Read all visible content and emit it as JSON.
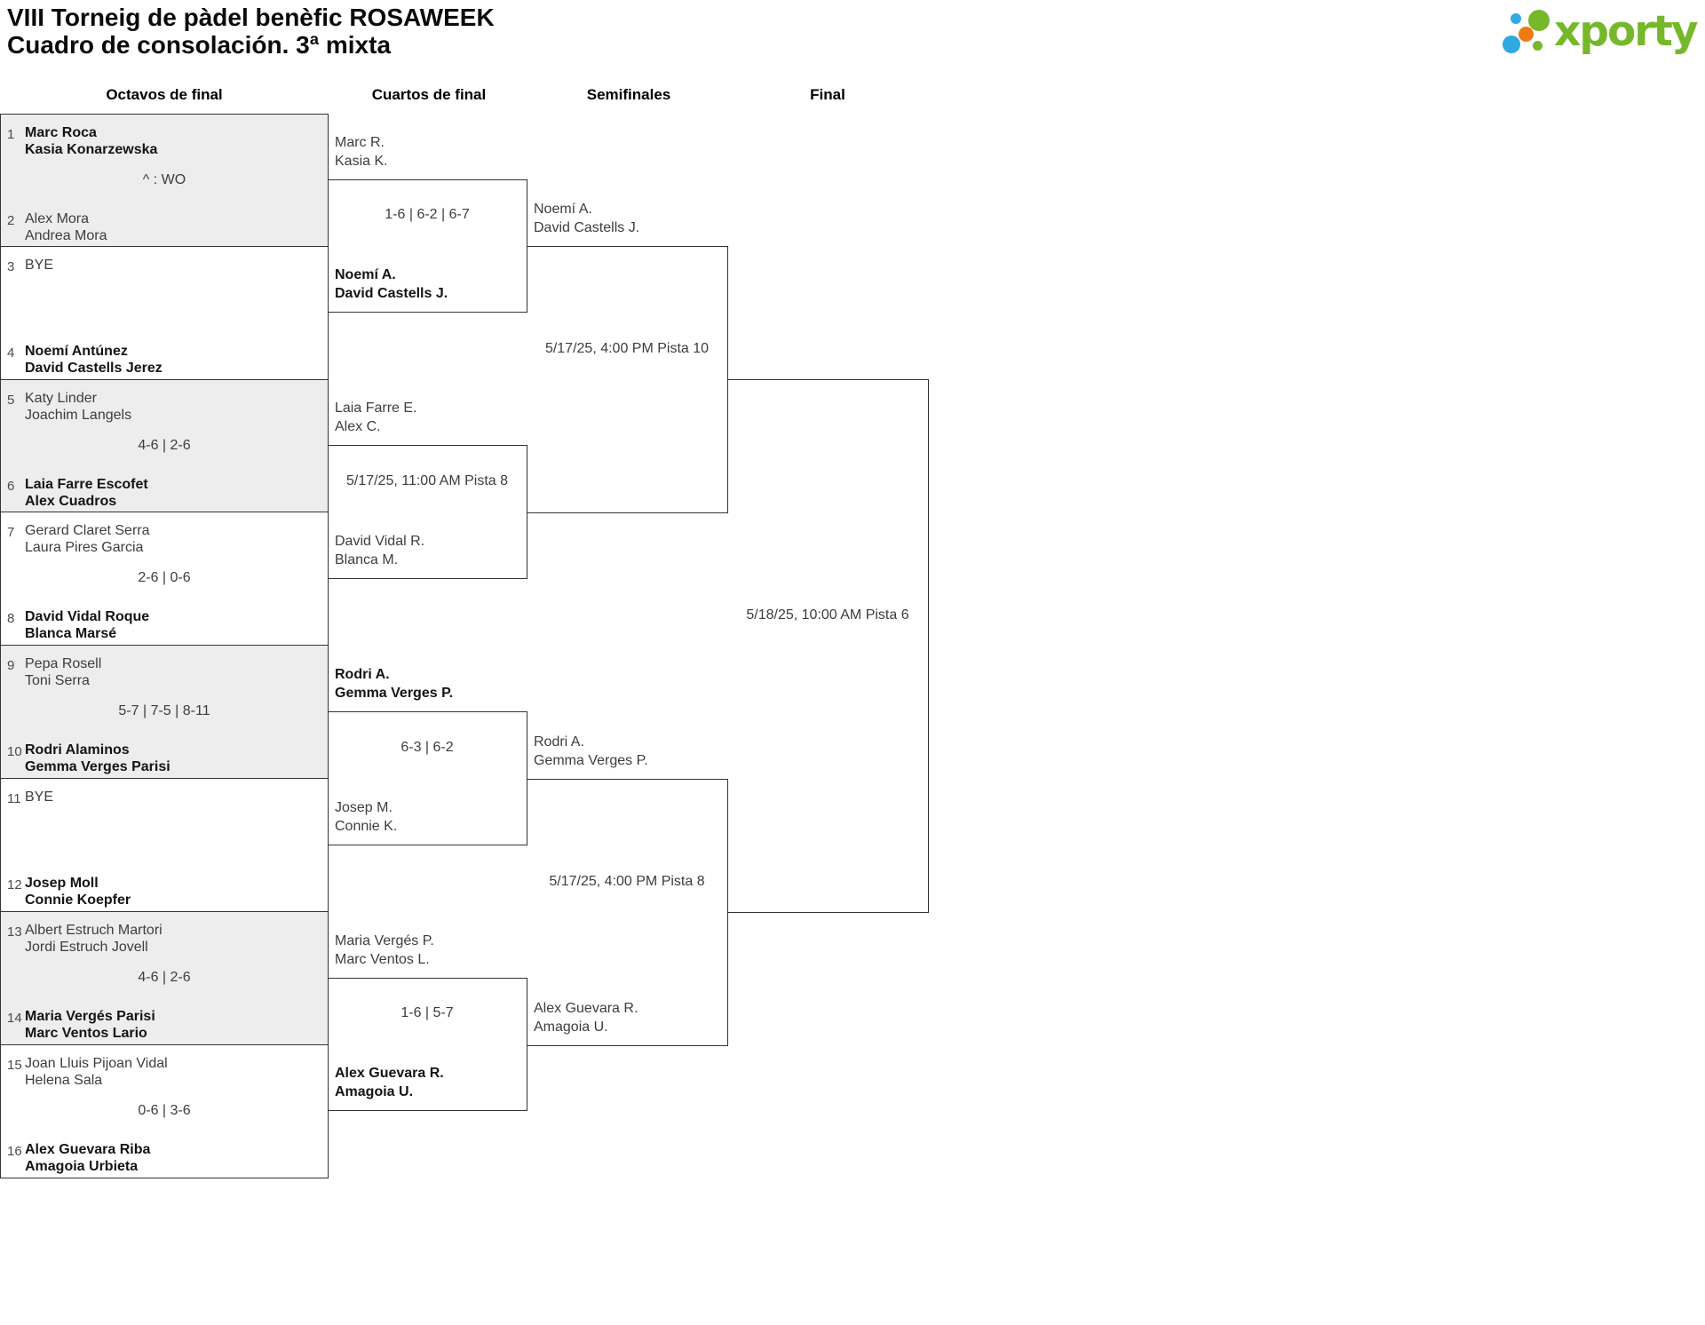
{
  "title": {
    "line1": "VIII Torneig de pàdel benèfic ROSAWEEK",
    "line2": "Cuadro de consolación. 3ª mixta"
  },
  "logo": {
    "text": "xporty",
    "green": "#76b82a",
    "blue": "#2fa9e0",
    "orange": "#ee7a10"
  },
  "round_headers": {
    "r16": "Octavos de final",
    "qf": "Cuartos de final",
    "sf": "Semifinales",
    "final": "Final"
  },
  "r16": [
    {
      "seed_top": "1",
      "top": {
        "l1": "Marc Roca",
        "l2": "Kasia Konarzewska",
        "bold": true
      },
      "score": "^ : WO",
      "seed_bottom": "2",
      "bottom": {
        "l1": "Alex Mora",
        "l2": "Andrea Mora",
        "bold": false
      }
    },
    {
      "seed_top": "3",
      "top": {
        "l1": "BYE",
        "l2": "",
        "bold": false
      },
      "score": "",
      "seed_bottom": "4",
      "bottom": {
        "l1": "Noemí Antúnez",
        "l2": "David Castells Jerez",
        "bold": true
      }
    },
    {
      "seed_top": "5",
      "top": {
        "l1": "Katy Linder",
        "l2": "Joachim Langels",
        "bold": false
      },
      "score": "4-6 | 2-6",
      "seed_bottom": "6",
      "bottom": {
        "l1": "Laia Farre Escofet",
        "l2": "Alex Cuadros",
        "bold": true
      }
    },
    {
      "seed_top": "7",
      "top": {
        "l1": "Gerard Claret Serra",
        "l2": "Laura Pires Garcia",
        "bold": false
      },
      "score": "2-6 | 0-6",
      "seed_bottom": "8",
      "bottom": {
        "l1": "David Vidal Roque",
        "l2": "Blanca Marsé",
        "bold": true
      }
    },
    {
      "seed_top": "9",
      "top": {
        "l1": "Pepa Rosell",
        "l2": "Toni Serra",
        "bold": false
      },
      "score": "5-7 | 7-5 | 8-11",
      "seed_bottom": "10",
      "bottom": {
        "l1": "Rodri Alaminos",
        "l2": "Gemma Verges Parisi",
        "bold": true
      }
    },
    {
      "seed_top": "11",
      "top": {
        "l1": "BYE",
        "l2": "",
        "bold": false
      },
      "score": "",
      "seed_bottom": "12",
      "bottom": {
        "l1": "Josep Moll",
        "l2": "Connie Koepfer",
        "bold": true
      }
    },
    {
      "seed_top": "13",
      "top": {
        "l1": "Albert Estruch Martori",
        "l2": "Jordi Estruch Jovell",
        "bold": false
      },
      "score": "4-6 | 2-6",
      "seed_bottom": "14",
      "bottom": {
        "l1": "Maria Vergés Parisi",
        "l2": "Marc Ventos Lario",
        "bold": true
      }
    },
    {
      "seed_top": "15",
      "top": {
        "l1": "Joan Lluis Pijoan Vidal",
        "l2": "Helena Sala",
        "bold": false
      },
      "score": "0-6 | 3-6",
      "seed_bottom": "16",
      "bottom": {
        "l1": "Alex Guevara Riba",
        "l2": "Amagoia Urbieta",
        "bold": true
      }
    }
  ],
  "qf": [
    {
      "top": {
        "l1": "Marc R.",
        "l2": "Kasia K.",
        "bold": false
      },
      "center": "1-6 | 6-2 | 6-7",
      "bottom": {
        "l1": "Noemí A.",
        "l2": "David Castells J.",
        "bold": true
      }
    },
    {
      "top": {
        "l1": "Laia Farre E.",
        "l2": "Alex C.",
        "bold": false
      },
      "center": "5/17/25, 11:00 AM Pista 8",
      "bottom": {
        "l1": "David Vidal R.",
        "l2": "Blanca M.",
        "bold": false
      }
    },
    {
      "top": {
        "l1": "Rodri A.",
        "l2": "Gemma Verges P.",
        "bold": true
      },
      "center": "6-3 | 6-2",
      "bottom": {
        "l1": "Josep M.",
        "l2": "Connie K.",
        "bold": false
      }
    },
    {
      "top": {
        "l1": "Maria Vergés P.",
        "l2": "Marc Ventos L.",
        "bold": false
      },
      "center": "1-6 | 5-7",
      "bottom": {
        "l1": "Alex Guevara R.",
        "l2": "Amagoia U.",
        "bold": true
      }
    }
  ],
  "sf": [
    {
      "top": {
        "l1": "Noemí A.",
        "l2": "David Castells J.",
        "bold": false
      },
      "center": "5/17/25, 4:00 PM Pista 10"
    },
    {
      "top": {
        "l1": "Rodri A.",
        "l2": "Gemma Verges P.",
        "bold": false
      },
      "center": "5/17/25, 4:00 PM Pista 8",
      "bottom": {
        "l1": "Alex Guevara R.",
        "l2": "Amagoia U.",
        "bold": false
      }
    }
  ],
  "final": {
    "center": "5/18/25, 10:00 AM Pista 6"
  }
}
